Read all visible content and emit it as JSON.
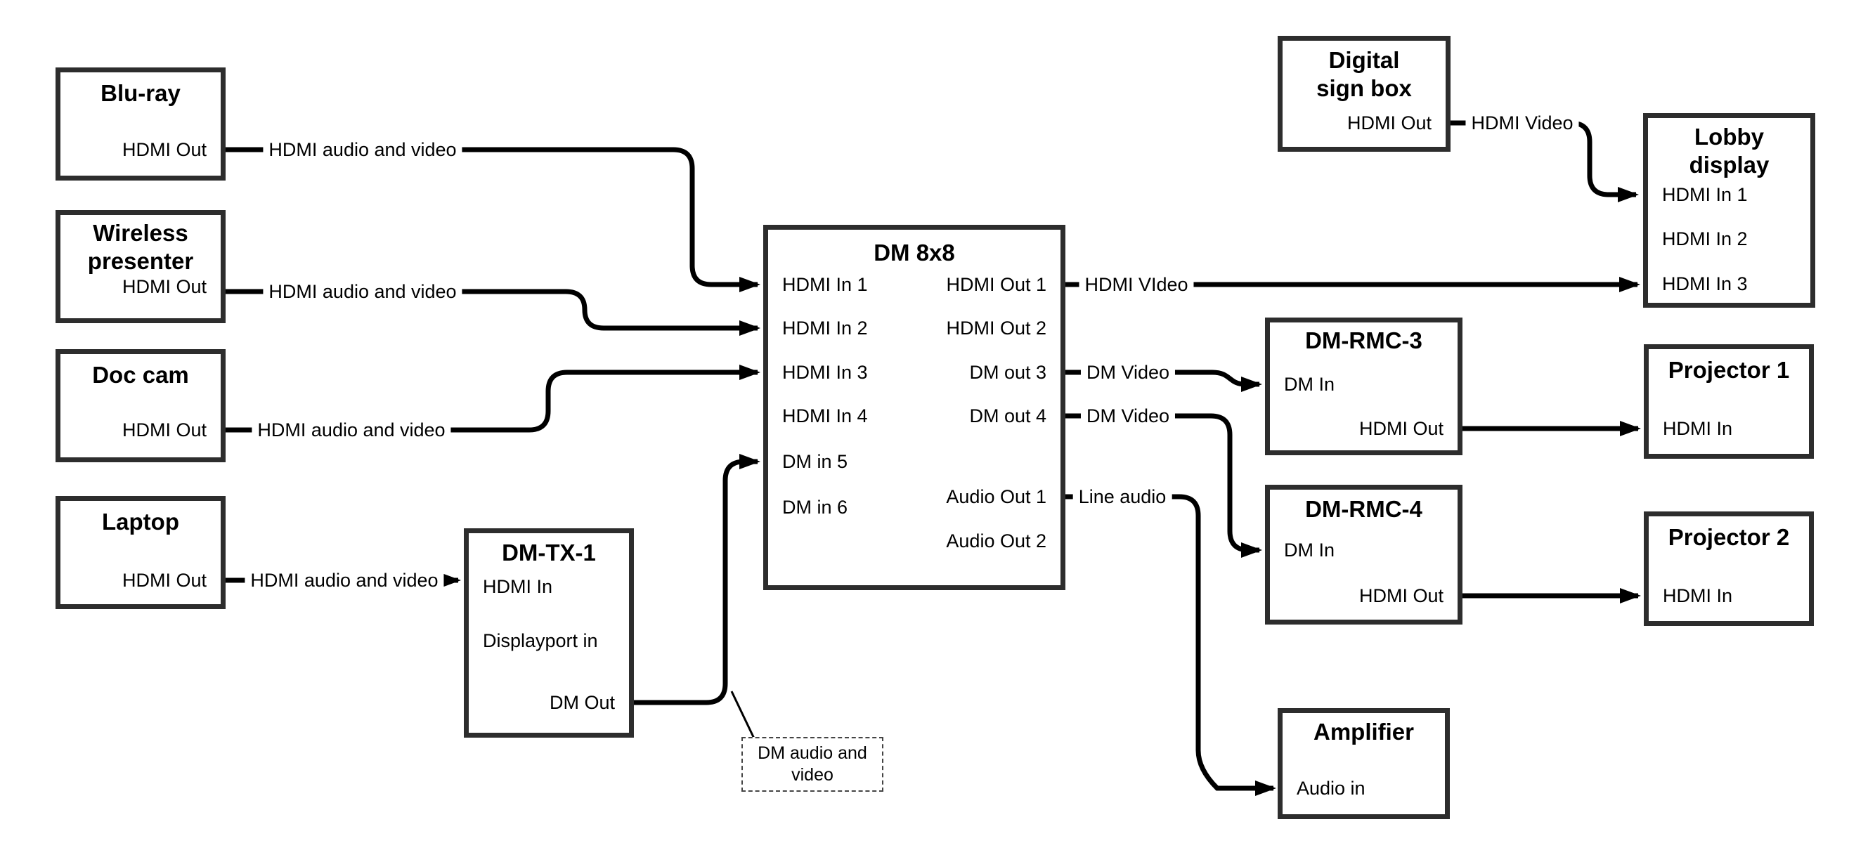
{
  "nodes": {
    "bluray": {
      "title": "Blu-ray",
      "ports": {
        "hdmi_out": "HDMI Out"
      }
    },
    "wireless_presenter": {
      "title": "Wireless presenter",
      "ports": {
        "hdmi_out": "HDMI Out"
      }
    },
    "doc_cam": {
      "title": "Doc cam",
      "ports": {
        "hdmi_out": "HDMI Out"
      }
    },
    "laptop": {
      "title": "Laptop",
      "ports": {
        "hdmi_out": "HDMI Out"
      }
    },
    "dm_tx_1": {
      "title": "DM-TX-1",
      "ports": {
        "hdmi_in": "HDMI In",
        "displayport_in": "Displayport in",
        "dm_out": "DM Out"
      }
    },
    "dm_8x8": {
      "title": "DM 8x8",
      "ports": {
        "in1": "HDMI In 1",
        "in2": "HDMI In 2",
        "in3": "HDMI In 3",
        "in4": "HDMI In 4",
        "in5": "DM in 5",
        "in6": "DM in 6",
        "out1": "HDMI Out 1",
        "out2": "HDMI Out 2",
        "out3": "DM out 3",
        "out4": "DM out 4",
        "audio1": "Audio Out 1",
        "audio2": "Audio Out 2"
      }
    },
    "digital_sign_box": {
      "title": "Digital sign box",
      "ports": {
        "hdmi_out": "HDMI Out"
      }
    },
    "lobby_display": {
      "title": "Lobby display",
      "ports": {
        "in1": "HDMI In 1",
        "in2": "HDMI In 2",
        "in3": "HDMI In 3"
      }
    },
    "dm_rmc_3": {
      "title": "DM-RMC-3",
      "ports": {
        "dm_in": "DM In",
        "hdmi_out": "HDMI Out"
      }
    },
    "projector1": {
      "title": "Projector 1",
      "ports": {
        "hdmi_in": "HDMI In"
      }
    },
    "dm_rmc_4": {
      "title": "DM-RMC-4",
      "ports": {
        "dm_in": "DM In",
        "hdmi_out": "HDMI Out"
      }
    },
    "projector2": {
      "title": "Projector 2",
      "ports": {
        "hdmi_in": "HDMI In"
      }
    },
    "amplifier": {
      "title": "Amplifier",
      "ports": {
        "audio_in": "Audio in"
      }
    }
  },
  "edge_labels": {
    "bluray_to_dm8x8": "HDMI audio and video",
    "wireless_to_dm8x8": "HDMI audio and video",
    "doccam_to_dm8x8": "HDMI audio and video",
    "laptop_to_dmtx1": "HDMI audio and video",
    "hdmiout1_to_lobby": "HDMI VIdeo",
    "dmout3_to_rmc3": "DM Video",
    "dmout4_to_rmc4": "DM Video",
    "audioout1_to_amp": "Line audio",
    "sign_to_lobby": "HDMI Video"
  },
  "callout": {
    "text": "DM audio and video"
  },
  "colors": {
    "line": "#000000",
    "box_border": "#2d2d2d",
    "background": "#ffffff",
    "text": "#000000"
  }
}
